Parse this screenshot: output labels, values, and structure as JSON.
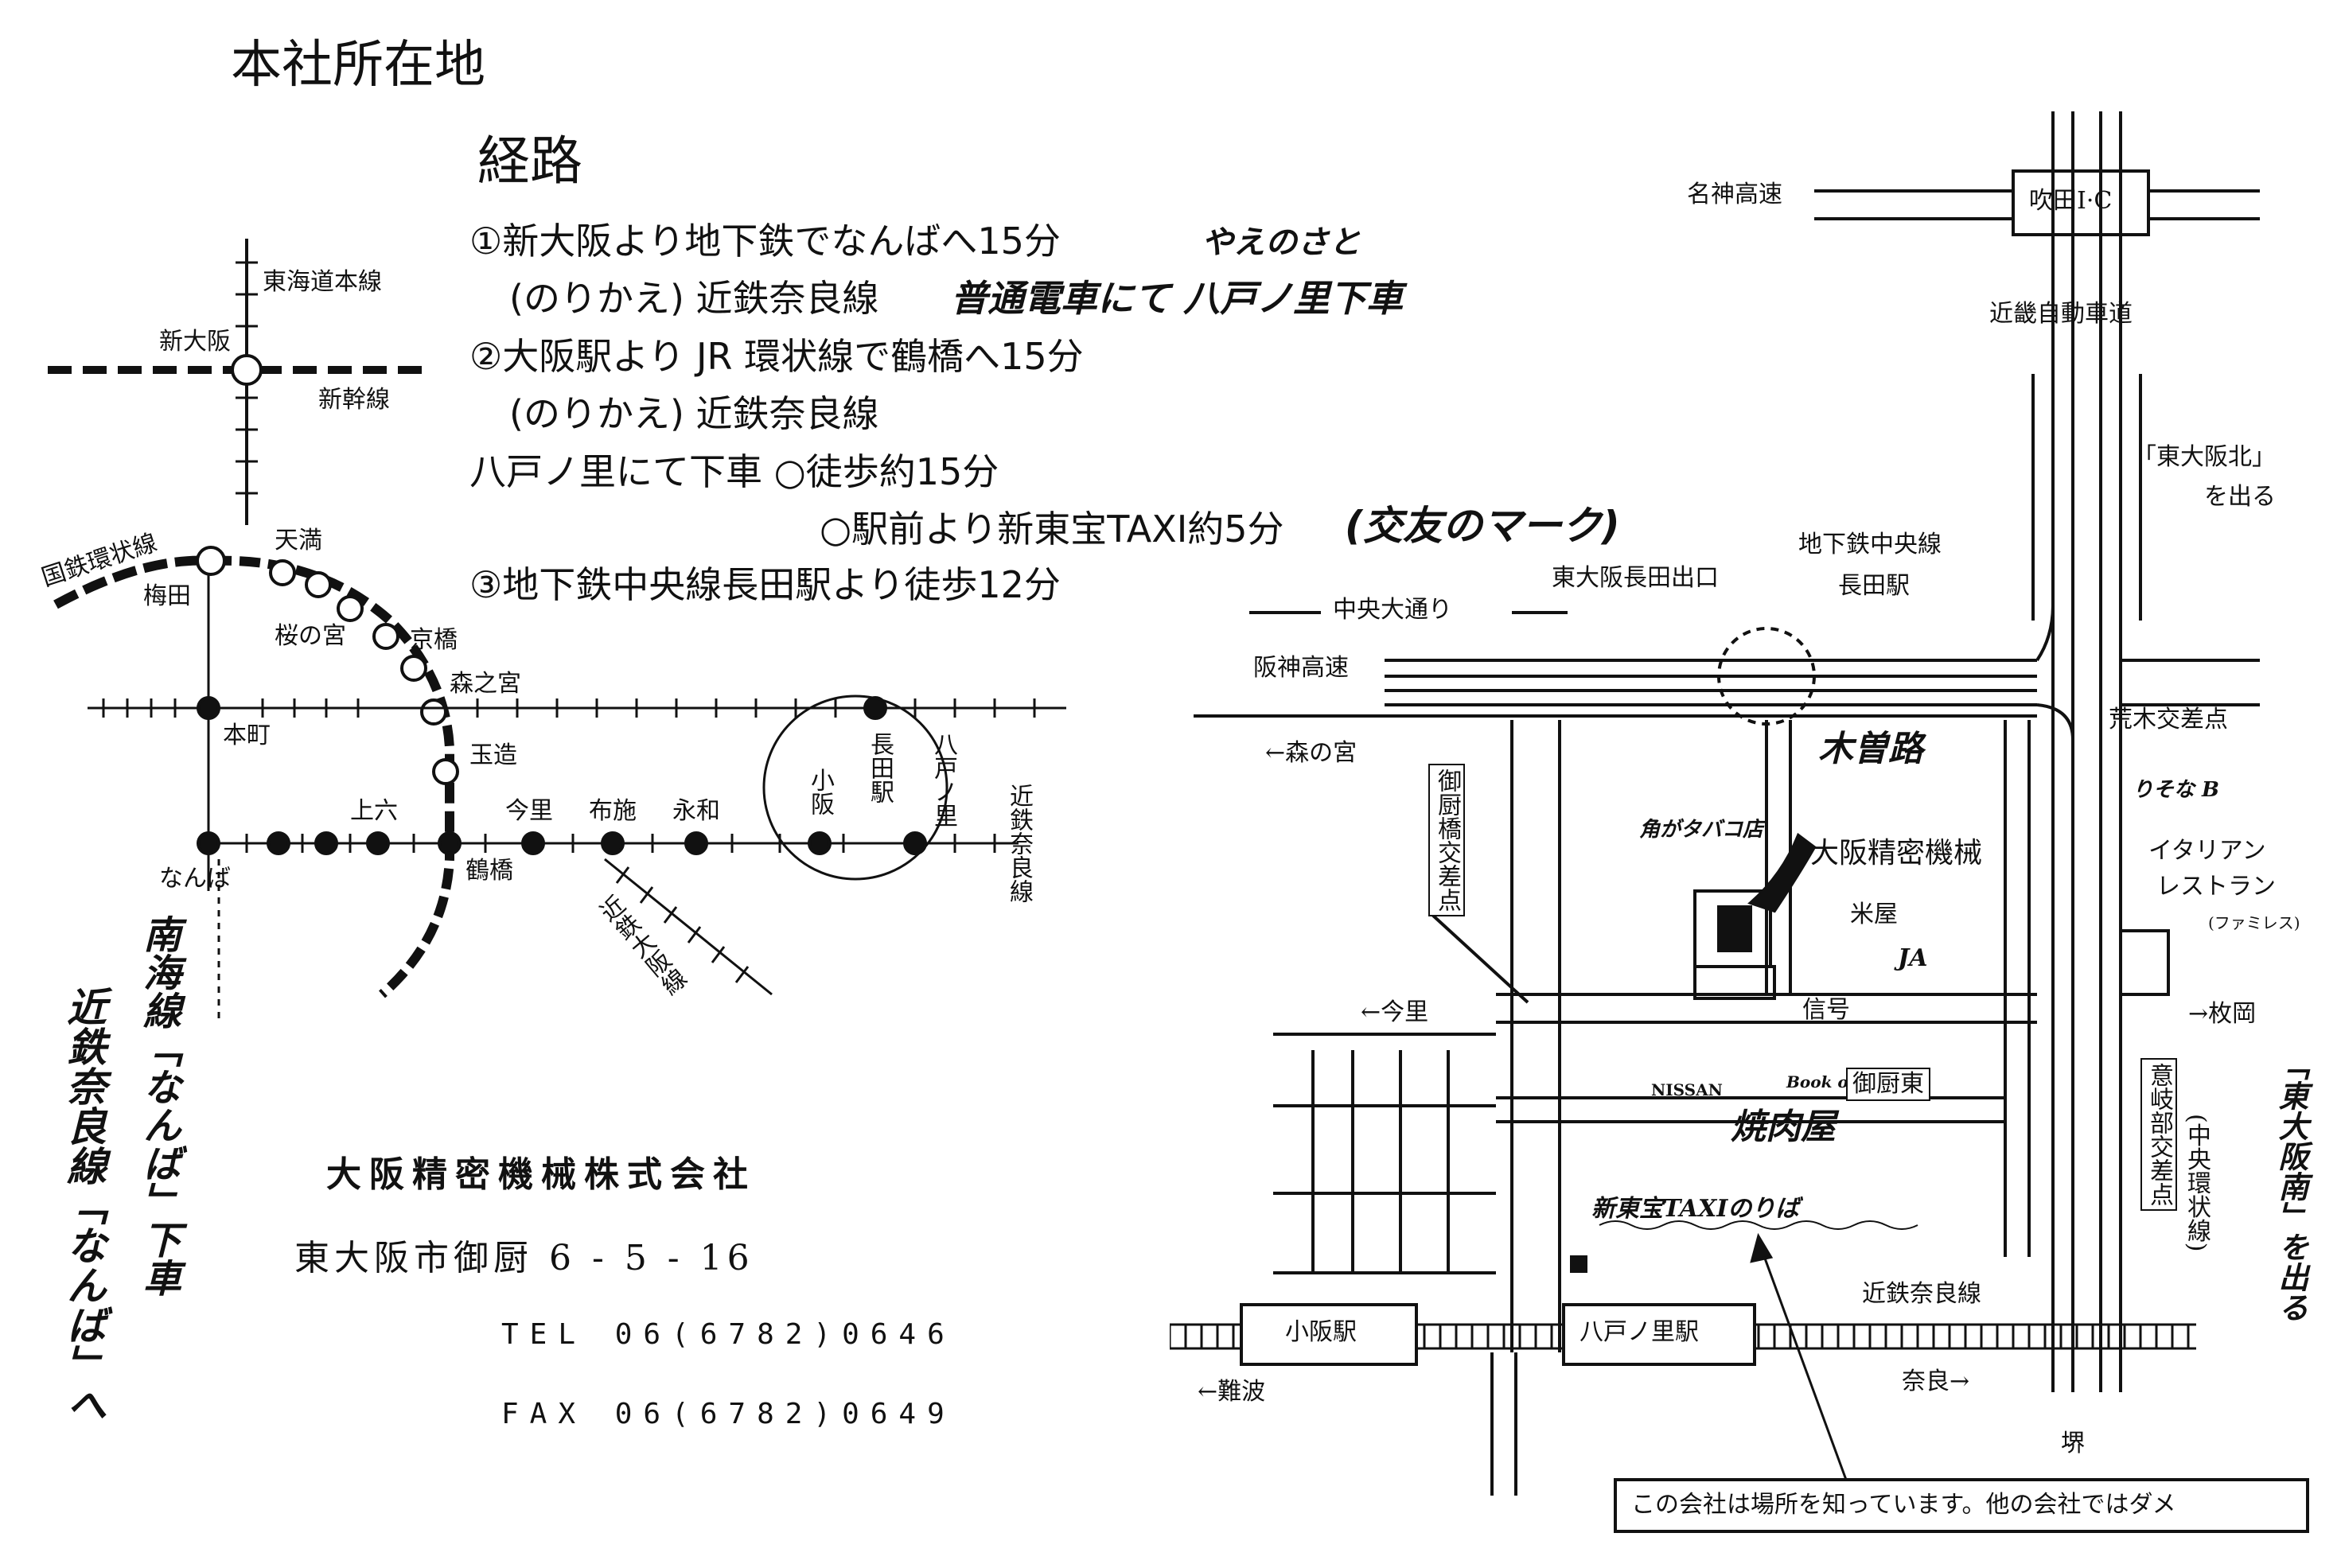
{
  "header": {
    "title": "本社所在地",
    "route_heading": "経路"
  },
  "routes": {
    "r1_line1": "①新大阪より地下鉄でなんばへ15分",
    "r1_line2a": "(のりかえ) 近鉄奈良線",
    "r1_line2b": "普通電車にて 八戸ノ里下車",
    "r1_annotation": "やえのさと",
    "r2_line1": "②大阪駅より JR 環状線で鶴橋へ15分",
    "r2_line2": "(のりかえ) 近鉄奈良線",
    "r3_walk": "八戸ノ里にて下車 ○徒歩約15分",
    "r3_taxi": "○駅前より新東宝TAXI約5分",
    "r3_taxi_note": "(交友のマーク)",
    "r4": "③地下鉄中央線長田駅より徒歩12分"
  },
  "company": {
    "name": "大阪精密機械株式会社",
    "address": "東大阪市御厨 6 - 5 - 16",
    "tel": "TEL 06(6782)0646",
    "fax": "FAX 06(6782)0649"
  },
  "left_map": {
    "tokaido": "東海道本線",
    "shin_osaka": "新大阪",
    "shinkansen": "新幹線",
    "loop_line": "国鉄環状線",
    "tenma": "天満",
    "umeda": "梅田",
    "sakuranomiya": "桜の宮",
    "kyobashi": "京橋",
    "morinomiya": "森之宮",
    "honmachi": "本町",
    "tamatsukuri": "玉造",
    "uehommachi": "上六",
    "imazato": "今里",
    "fuse": "布施",
    "eiwa": "永和",
    "tsuruhashi": "鶴橋",
    "nagata": "長田駅",
    "kosaka": "小阪",
    "yaenosato": "八戸ノ里",
    "kintetsu_nara": "近鉄奈良線",
    "kintetsu_osaka": "近鉄大阪線",
    "namba": "なんば",
    "nankai_note": "南海線「なんば」下車",
    "kintetsu_note": "近鉄奈良線「なんば」へ"
  },
  "right_map": {
    "meishin": "名神高速",
    "suita_ic": "吹田I·C",
    "kinki_expressway": "近畿自動車道",
    "higashiosaka_kita": "「東大阪北」",
    "wo_deru_1": "を出る",
    "chuo_line": "地下鉄中央線",
    "nagata_station": "長田駅",
    "higashiosaka_nagata_exit": "東大阪長田出口",
    "chuo_odori": "中央大通り",
    "hanshin_expressway": "阪神高速",
    "araki_intersection": "荒木交差点",
    "to_morinomiya": "←森の宮",
    "kisoji": "木曽路",
    "mikuriyabashi": "御厨橋交差点",
    "tobacco_shop": "角がタバコ店",
    "company_label": "大阪精密機械",
    "komeya": "米屋",
    "ja": "JA",
    "resona": "りそな B",
    "italian_1": "イタリアン",
    "italian_2": "レストラン",
    "family": "(ファミレス)",
    "to_hiraoka": "→枚岡",
    "to_imazato": "←今里",
    "signal": "信号",
    "nissan": "NISSAN",
    "bookoff": "Book off",
    "mikuriya_higashi": "御厨東",
    "yakiniku": "焼肉屋",
    "mineoka": "意岐部交差点",
    "chuo_kanjo": "(中央環状線)",
    "higashiosaka_minami": "「東大阪南」を出る",
    "taxi_stand": "新東宝TAXIのりば",
    "kintetsu_nara_line": "近鉄奈良線",
    "kosaka_station": "小阪駅",
    "yaenosato_station": "八戸ノ里駅",
    "to_namba": "←難波",
    "to_nara": "奈良→",
    "sakai": "堺",
    "taxi_note": "この会社は場所を知っています。他の会社ではダメ"
  }
}
